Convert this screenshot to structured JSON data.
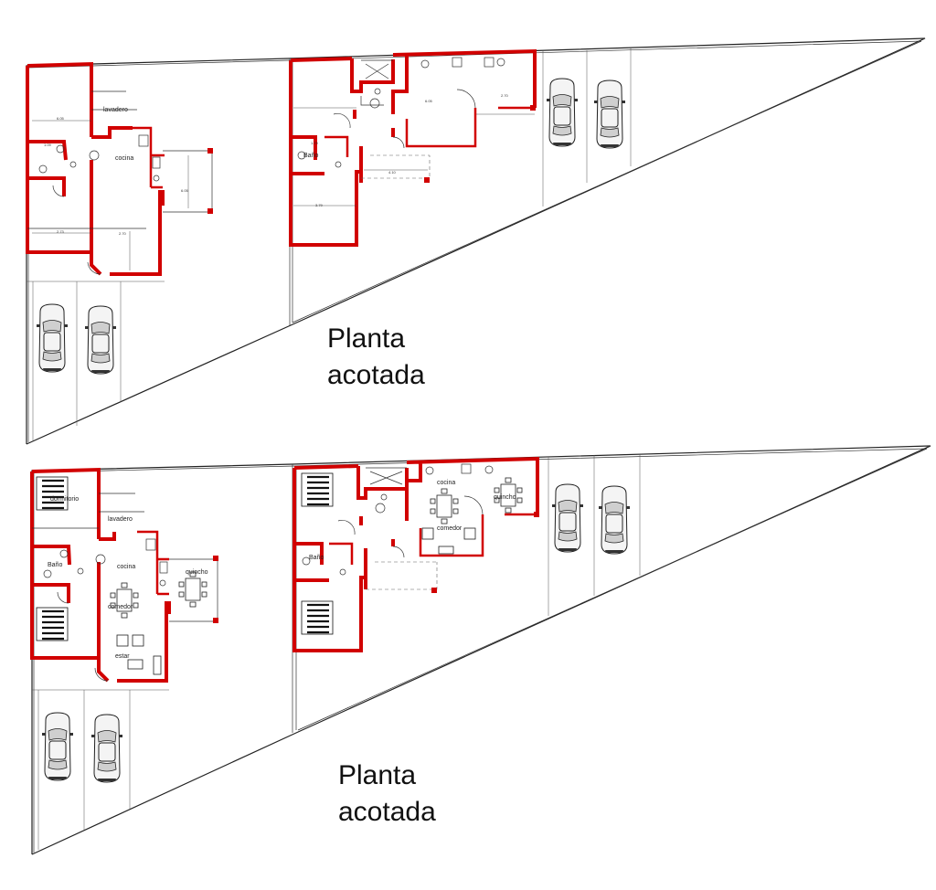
{
  "colors": {
    "wall": "#d10000",
    "line": "#222222"
  },
  "top_sheet": {
    "title_line1": "Planta",
    "title_line2": "acotada",
    "room_labels": {
      "lavadero": "lavadero",
      "cocina": "cocina",
      "bano": "Baño"
    },
    "dimensions": [
      "6.05",
      "1.09",
      "2.73",
      "2.70",
      "6.05",
      "6.05",
      "2.70",
      "4.10",
      "3.79",
      "1.79",
      "4.70",
      "6.05"
    ]
  },
  "bottom_sheet": {
    "title_line1": "Planta",
    "title_line2": "acotada",
    "room_labels": {
      "lavadero": "lavadero",
      "cocina_left": "cocina",
      "bano_left": "Baño",
      "comedor_left": "comedor",
      "estar": "estar",
      "quincho_left": "quincho",
      "dormitorio": "dormitorio",
      "cocina_right": "cocina",
      "comedor_right": "comedor",
      "quincho_right": "quincho",
      "bano_right": "Baño"
    }
  },
  "icons": {
    "car": "car-topview-icon",
    "bed": "bed-icon",
    "table": "dining-table-icon"
  }
}
